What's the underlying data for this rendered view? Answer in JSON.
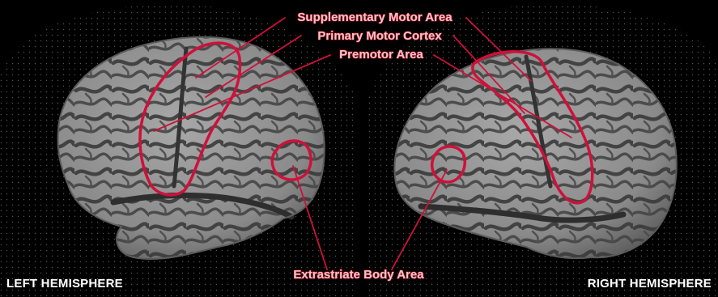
{
  "labels": {
    "sma": "Supplementary Motor Area",
    "pmc": "Primary Motor Cortex",
    "pma": "Premotor Area",
    "eba": "Extrastriate Body Area"
  },
  "hemispheres": {
    "left": "LEFT HEMISPHERE",
    "right": "RIGHT HEMISPHERE"
  },
  "colors": {
    "background": "#000000",
    "brain": "#8f8f8f",
    "sulci": "#3e3e3e",
    "highlight": "#d0103a",
    "label_fill": "#f2c4c4"
  }
}
